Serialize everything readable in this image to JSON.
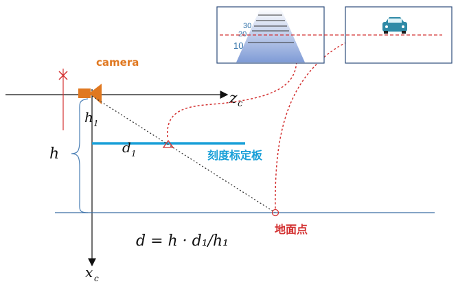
{
  "labels": {
    "camera": "camera",
    "zc": "z",
    "zc_sub": "c",
    "xc": "x",
    "xc_sub": "c",
    "h1": "h",
    "h1_sub": "1",
    "h": "h",
    "d1": "d",
    "d1_sub": "1",
    "calibration_board": "刻度标定板",
    "ground_point": "地面点",
    "formula": "d = h · d₁/h₁"
  },
  "inset_left": {
    "ticks": [
      "30",
      "20",
      "10"
    ]
  },
  "colors": {
    "camera": "#e07820",
    "board": "#1aa0d8",
    "dashed_red": "#d33030",
    "ground_line": "#3a6ea5",
    "axis": "#111111",
    "brace": "#4a7fb5",
    "road": "#8fa8d8",
    "car": "#2f8aa6"
  },
  "icons": {
    "camera": "camera-icon",
    "car": "car-icon"
  }
}
